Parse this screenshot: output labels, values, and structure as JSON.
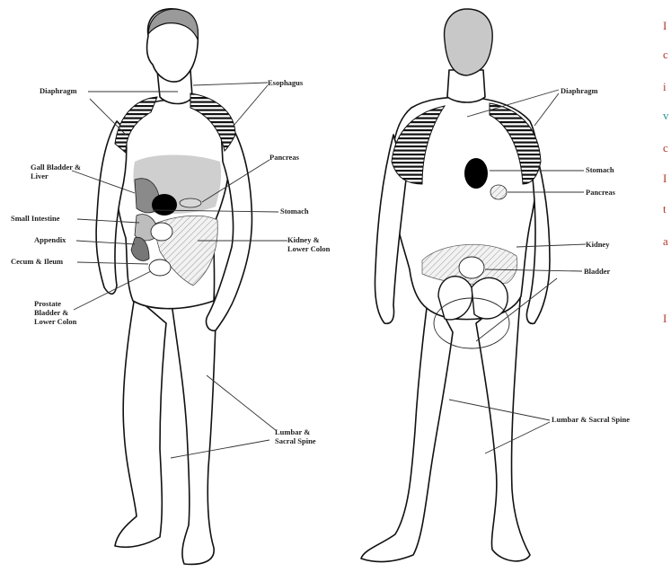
{
  "front_labels": {
    "diaphragm": "Diaphragm",
    "esophagus": "Esophagus",
    "gallbladder": "Gall Bladder & Liver",
    "pancreas": "Pancreas",
    "small_intestine": "Small Intestine",
    "stomach": "Stomach",
    "appendix": "Appendix",
    "kidney_colon": "Kidney & Lower Colon",
    "cecum": "Cecum & Ileum",
    "prostate": "Prostate Bladder & Lower Colon",
    "spine": "Lumbar & Sacral Spine"
  },
  "back_labels": {
    "diaphragm": "Diaphragm",
    "stomach": "Stomach",
    "pancreas": "Pancreas",
    "kidney": "Kidney",
    "bladder": "Bladder",
    "spine": "Lumbar & Sacral Spine"
  },
  "edge_letters": [
    "I",
    "c",
    "i",
    "v",
    "c",
    "I",
    "t",
    "a",
    "I"
  ],
  "colors": {
    "shade": "#c9c9c9",
    "organ_dark": "#000000",
    "edge_red": "#b03a2e",
    "edge_teal": "#2a8f8f"
  }
}
